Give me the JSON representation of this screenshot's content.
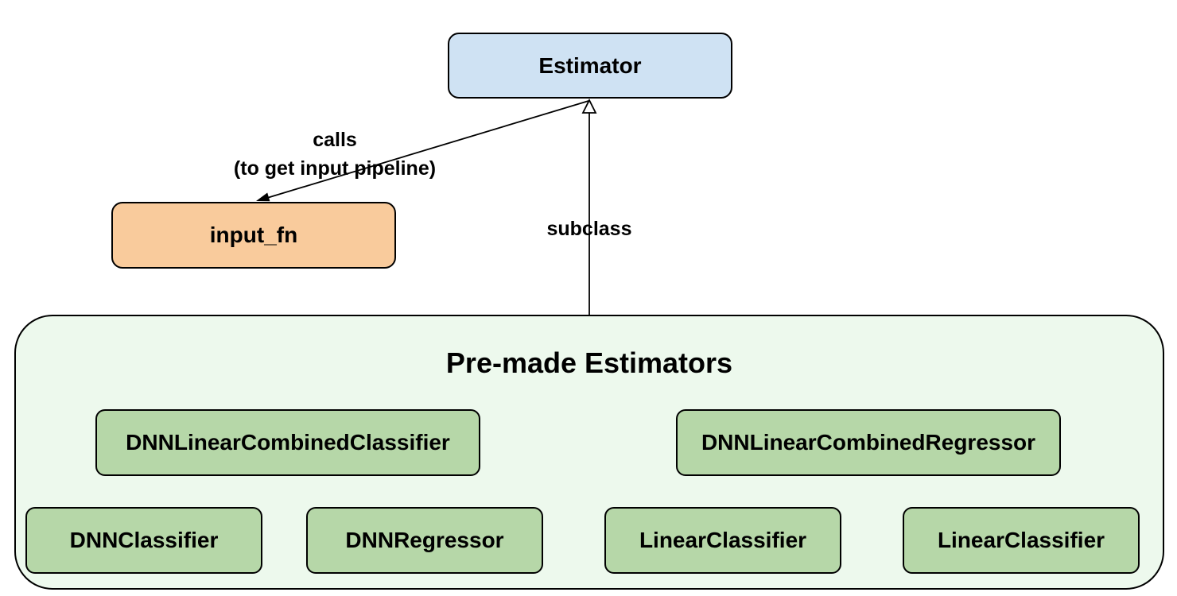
{
  "diagram": {
    "estimator": {
      "label": "Estimator"
    },
    "input_fn": {
      "label": "input_fn"
    },
    "edges": {
      "calls_line1": "calls",
      "calls_line2": "(to get input pipeline)",
      "subclass_label": "subclass"
    },
    "premade": {
      "title": "Pre-made Estimators",
      "row1": [
        "DNNLinearCombinedClassifier",
        "DNNLinearCombinedRegressor"
      ],
      "row2": [
        "DNNClassifier",
        "DNNRegressor",
        "LinearClassifier",
        "LinearClassifier"
      ]
    },
    "colors": {
      "estimator_fill": "#cfe2f3",
      "input_fn_fill": "#f9cb9c",
      "premade_container_fill": "#edf9ed",
      "premade_box_fill": "#b6d7a8",
      "border": "#000000",
      "text": "#000000",
      "background": "#ffffff"
    }
  }
}
